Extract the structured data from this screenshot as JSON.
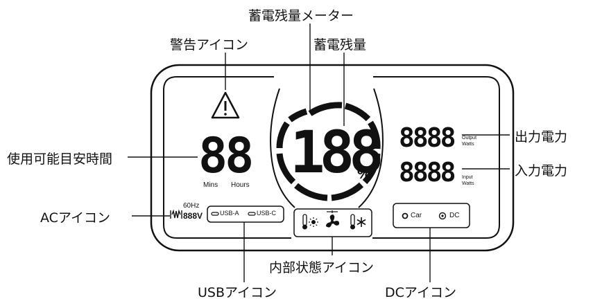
{
  "callouts": {
    "battery_meter": "蓄電残量メーター",
    "warning_icon": "警告アイコン",
    "battery_level": "蓄電残量",
    "remaining_time": "使用可能目安時間",
    "output_power": "出力電力",
    "input_power": "入力電力",
    "ac_icon": "ACアイコン",
    "internal_status_icon": "内部状態アイコン",
    "usb_icon": "USBアイコン",
    "dc_icon": "DCアイコン"
  },
  "display": {
    "time_digits": "88",
    "time_unit_mins": "Mins",
    "time_unit_hours": "Hours",
    "battery_digits": "188",
    "battery_unit": "%",
    "output_digits": "8888",
    "output_label_1": "Output",
    "output_label_2": "Watts",
    "input_digits": "8888",
    "input_label_1": "Input",
    "input_label_2": "Watts",
    "ac_freq": "60Hz",
    "ac_volts": "888V",
    "usb_a": "USB-A",
    "usb_c": "USB-C",
    "car": "Car",
    "dc": "DC"
  },
  "icons": {
    "warning": "warning-triangle-icon",
    "ac_wave": "ac-wave-icon",
    "thermometer_hot": "thermometer-sun-icon",
    "fan": "fan-icon",
    "thermometer_cold": "thermometer-snow-icon"
  }
}
